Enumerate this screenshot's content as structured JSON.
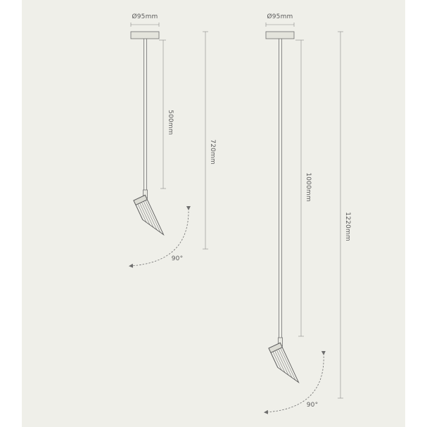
{
  "pendants": [
    {
      "id": "short",
      "diameter_label": "Ø95mm",
      "rod_length_label": "500mm",
      "total_length_label": "720mm",
      "rotation_label": "90°"
    },
    {
      "id": "long",
      "diameter_label": "Ø95mm",
      "rod_length_label": "1000mm",
      "total_length_label": "1220mm",
      "rotation_label": "90°"
    }
  ],
  "colors": {
    "background": "#efefe9",
    "line": "#6e6e6e",
    "canopy_fill": "#e4e4dc",
    "text": "#5b5b5b"
  }
}
